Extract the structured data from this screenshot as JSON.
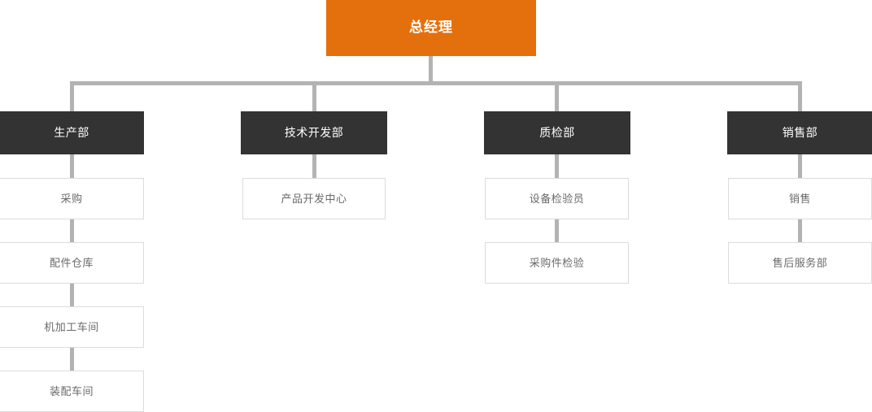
{
  "chart_data": {
    "type": "diagram",
    "title": "",
    "diagram_kind": "organization-chart",
    "orientation": "top-down",
    "colors": {
      "root_fill": "#e4700d",
      "root_text": "#ffffff",
      "department_fill": "#333333",
      "department_text": "#ffffff",
      "sub_fill": "#ffffff",
      "sub_text": "#6a6a6a",
      "sub_border": "#dcdcdc",
      "connector": "#b3b3b3",
      "background": "#ffffff"
    },
    "nodes": [
      {
        "id": "root",
        "label": "总经理",
        "level": 0,
        "parent": null
      },
      {
        "id": "d1",
        "label": "生产部",
        "level": 1,
        "parent": "root"
      },
      {
        "id": "d2",
        "label": "技术开发部",
        "level": 1,
        "parent": "root"
      },
      {
        "id": "d3",
        "label": "质检部",
        "level": 1,
        "parent": "root"
      },
      {
        "id": "d4",
        "label": "销售部",
        "level": 1,
        "parent": "root"
      },
      {
        "id": "d1c1",
        "label": "采购",
        "level": 2,
        "parent": "d1"
      },
      {
        "id": "d1c2",
        "label": "配件仓库",
        "level": 2,
        "parent": "d1"
      },
      {
        "id": "d1c3",
        "label": "机加工车间",
        "level": 2,
        "parent": "d1"
      },
      {
        "id": "d1c4",
        "label": "装配车间",
        "level": 2,
        "parent": "d1"
      },
      {
        "id": "d2c1",
        "label": "产品开发中心",
        "level": 2,
        "parent": "d2"
      },
      {
        "id": "d3c1",
        "label": "设备检验员",
        "level": 2,
        "parent": "d3"
      },
      {
        "id": "d3c2",
        "label": "采购件检验",
        "level": 2,
        "parent": "d3"
      },
      {
        "id": "d4c1",
        "label": "销售",
        "level": 2,
        "parent": "d4"
      },
      {
        "id": "d4c2",
        "label": "售后服务部",
        "level": 2,
        "parent": "d4"
      }
    ]
  },
  "root": {
    "label": "总经理"
  },
  "departments": [
    {
      "label": "生产部",
      "children": [
        {
          "label": "采购"
        },
        {
          "label": "配件仓库"
        },
        {
          "label": "机加工车间"
        },
        {
          "label": "装配车间"
        }
      ]
    },
    {
      "label": "技术开发部",
      "children": [
        {
          "label": "产品开发中心"
        }
      ]
    },
    {
      "label": "质检部",
      "children": [
        {
          "label": "设备检验员"
        },
        {
          "label": "采购件检验"
        }
      ]
    },
    {
      "label": "销售部",
      "children": [
        {
          "label": "销售"
        },
        {
          "label": "售后服务部"
        }
      ]
    }
  ]
}
